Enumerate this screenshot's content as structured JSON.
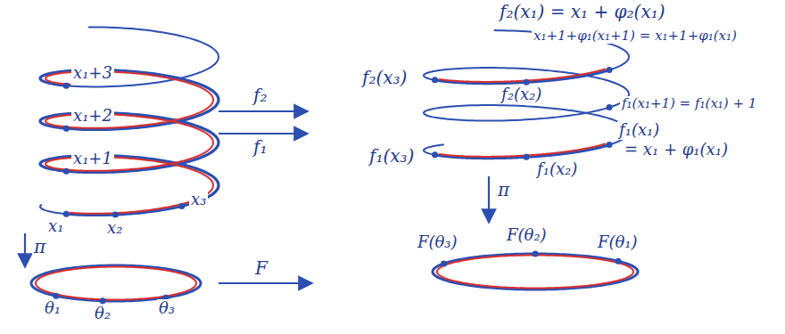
{
  "diagram": {
    "labels": [
      "f₂(x₁) = x₁ + φ₂(x₁)",
      "x₁+1+φ₁(x₁+1) = x₁+1+φ₁(x₁)",
      "f₂(x₃)",
      "f₂(x₂)",
      "f₁(x₁+1) = f₁(x₁) + 1",
      "f₁(x₃)",
      "f₁(x₂)",
      "f₁(x₁)",
      "= x₁ + φ₁(x₁)",
      "x₁+3",
      "x₁+2",
      "x₁+1",
      "x₁",
      "x₂",
      "x₃",
      "f₂",
      "f₁",
      "π",
      "π",
      "F(θ₃)",
      "F(θ₂)",
      "F(θ₁)",
      "θ₁",
      "θ₂",
      "θ₃",
      "F"
    ]
  }
}
